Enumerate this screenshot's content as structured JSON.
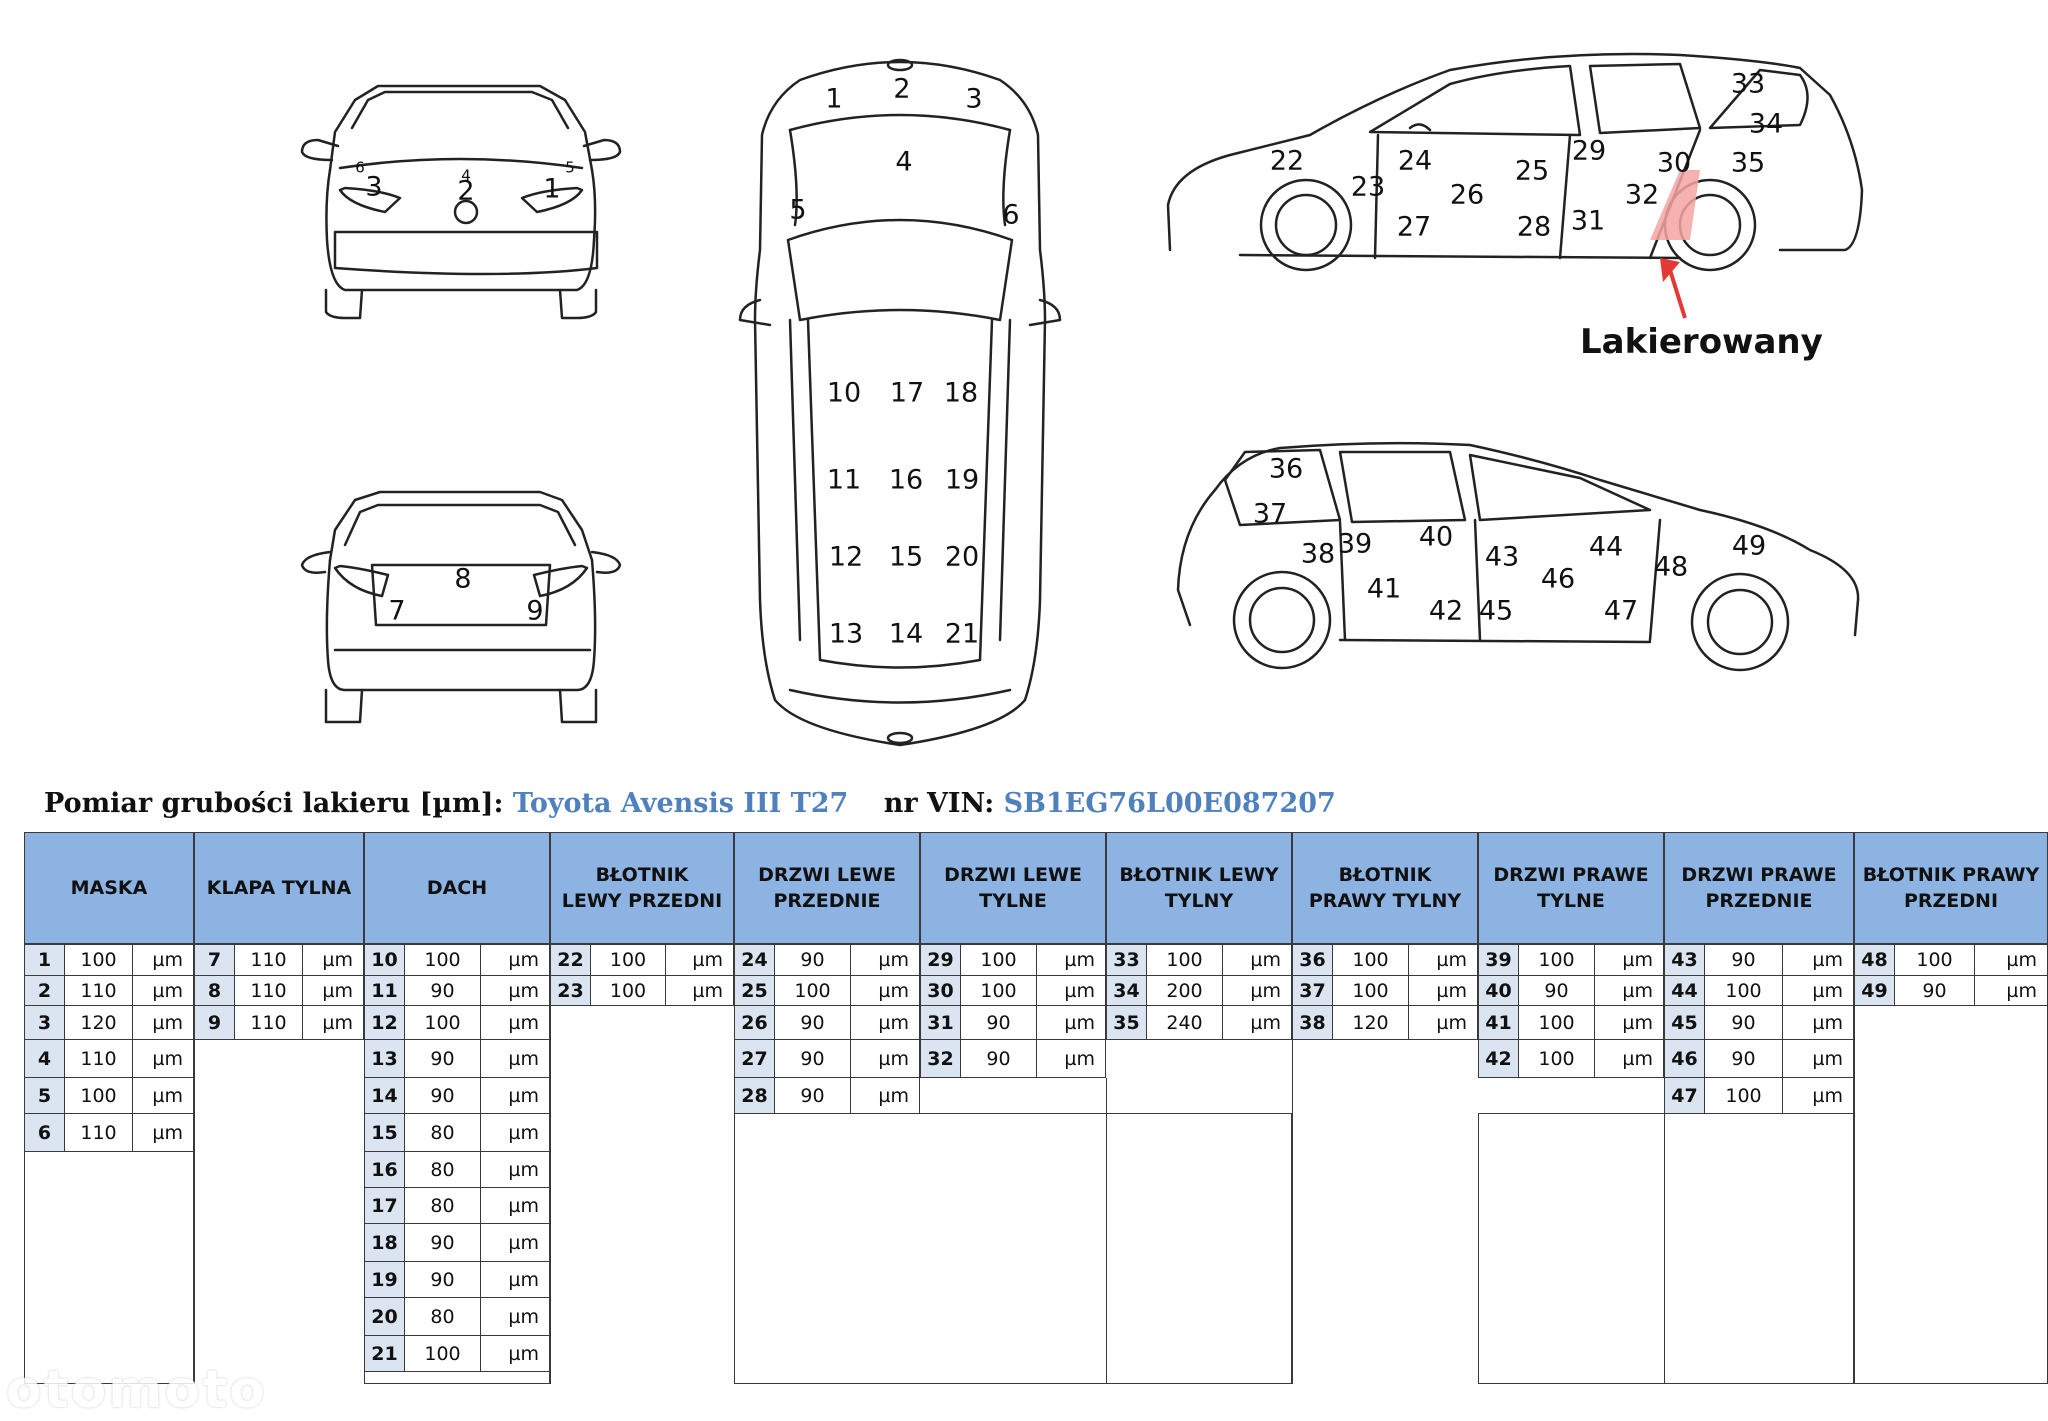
{
  "diagram": {
    "front_view_labels": [
      "6",
      "3",
      "4",
      "2",
      "5",
      "1"
    ],
    "rear_view_labels": [
      "8",
      "7",
      "9"
    ],
    "top_view_labels": [
      "1",
      "2",
      "3",
      "4",
      "5",
      "6",
      "10",
      "17",
      "18",
      "11",
      "16",
      "19",
      "12",
      "15",
      "20",
      "13",
      "14",
      "21"
    ],
    "right_side_labels": [
      "22",
      "23",
      "24",
      "26",
      "27",
      "25",
      "28",
      "29",
      "31",
      "30",
      "32",
      "33",
      "34",
      "35"
    ],
    "left_side_labels": [
      "36",
      "37",
      "38",
      "39",
      "41",
      "40",
      "42",
      "43",
      "45",
      "46",
      "44",
      "47",
      "48",
      "49"
    ],
    "annotation": "Lakierowany",
    "highlight_color": "#f4a3a3",
    "arrow_color": "#e53935"
  },
  "title": {
    "label": "Pomiar grubości lakieru [µm]:",
    "model": "Toyota Avensis III T27",
    "vin_label": "nr VIN:",
    "vin": "SB1EG76L00E087207",
    "value_color": "#4f81bd"
  },
  "colors": {
    "header_bg": "#8db3e2",
    "number_cell_bg": "#dbe5f1"
  },
  "table": [
    {
      "header": "MASKA",
      "rows": [
        {
          "n": "1",
          "v": "100",
          "u": "µm"
        },
        {
          "n": "2",
          "v": "110",
          "u": "µm"
        },
        {
          "n": "3",
          "v": "120",
          "u": "µm"
        },
        {
          "n": "4",
          "v": "110",
          "u": "µm"
        },
        {
          "n": "5",
          "v": "100",
          "u": "µm"
        },
        {
          "n": "6",
          "v": "110",
          "u": "µm"
        }
      ]
    },
    {
      "header": "KLAPA TYLNA",
      "rows": [
        {
          "n": "7",
          "v": "110",
          "u": "µm"
        },
        {
          "n": "8",
          "v": "110",
          "u": "µm"
        },
        {
          "n": "9",
          "v": "110",
          "u": "µm"
        }
      ]
    },
    {
      "header": "DACH",
      "rows": [
        {
          "n": "10",
          "v": "100",
          "u": "µm"
        },
        {
          "n": "11",
          "v": "90",
          "u": "µm"
        },
        {
          "n": "12",
          "v": "100",
          "u": "µm"
        },
        {
          "n": "13",
          "v": "90",
          "u": "µm"
        },
        {
          "n": "14",
          "v": "90",
          "u": "µm"
        },
        {
          "n": "15",
          "v": "80",
          "u": "µm"
        },
        {
          "n": "16",
          "v": "80",
          "u": "µm"
        },
        {
          "n": "17",
          "v": "80",
          "u": "µm"
        },
        {
          "n": "18",
          "v": "90",
          "u": "µm"
        },
        {
          "n": "19",
          "v": "90",
          "u": "µm"
        },
        {
          "n": "20",
          "v": "80",
          "u": "µm"
        },
        {
          "n": "21",
          "v": "100",
          "u": "µm"
        }
      ]
    },
    {
      "header": "BŁOTNIK\nLEWY PRZEDNI",
      "rows": [
        {
          "n": "22",
          "v": "100",
          "u": "µm"
        },
        {
          "n": "23",
          "v": "100",
          "u": "µm"
        }
      ]
    },
    {
      "header": "DRZWI LEWE\nPRZEDNIE",
      "rows": [
        {
          "n": "24",
          "v": "90",
          "u": "µm"
        },
        {
          "n": "25",
          "v": "100",
          "u": "µm"
        },
        {
          "n": "26",
          "v": "90",
          "u": "µm"
        },
        {
          "n": "27",
          "v": "90",
          "u": "µm"
        },
        {
          "n": "28",
          "v": "90",
          "u": "µm"
        }
      ]
    },
    {
      "header": "DRZWI LEWE\nTYLNE",
      "rows": [
        {
          "n": "29",
          "v": "100",
          "u": "µm"
        },
        {
          "n": "30",
          "v": "100",
          "u": "µm"
        },
        {
          "n": "31",
          "v": "90",
          "u": "µm"
        },
        {
          "n": "32",
          "v": "90",
          "u": "µm"
        }
      ]
    },
    {
      "header": "BŁOTNIK LEWY\nTYLNY",
      "rows": [
        {
          "n": "33",
          "v": "100",
          "u": "µm"
        },
        {
          "n": "34",
          "v": "200",
          "u": "µm"
        },
        {
          "n": "35",
          "v": "240",
          "u": "µm"
        }
      ]
    },
    {
      "header": "BŁOTNIK\nPRAWY TYLNY",
      "rows": [
        {
          "n": "36",
          "v": "100",
          "u": "µm"
        },
        {
          "n": "37",
          "v": "100",
          "u": "µm"
        },
        {
          "n": "38",
          "v": "120",
          "u": "µm"
        }
      ]
    },
    {
      "header": "DRZWI PRAWE\nTYLNE",
      "rows": [
        {
          "n": "39",
          "v": "100",
          "u": "µm"
        },
        {
          "n": "40",
          "v": "90",
          "u": "µm"
        },
        {
          "n": "41",
          "v": "100",
          "u": "µm"
        },
        {
          "n": "42",
          "v": "100",
          "u": "µm"
        }
      ]
    },
    {
      "header": "DRZWI PRAWE\nPRZEDNIE",
      "rows": [
        {
          "n": "43",
          "v": "90",
          "u": "µm"
        },
        {
          "n": "44",
          "v": "100",
          "u": "µm"
        },
        {
          "n": "45",
          "v": "90",
          "u": "µm"
        },
        {
          "n": "46",
          "v": "90",
          "u": "µm"
        },
        {
          "n": "47",
          "v": "100",
          "u": "µm"
        }
      ]
    },
    {
      "header": "BŁOTNIK PRAWY\nPRZEDNI",
      "rows": [
        {
          "n": "48",
          "v": "100",
          "u": "µm"
        },
        {
          "n": "49",
          "v": "90",
          "u": "µm"
        }
      ]
    }
  ],
  "watermark": "otomoto"
}
